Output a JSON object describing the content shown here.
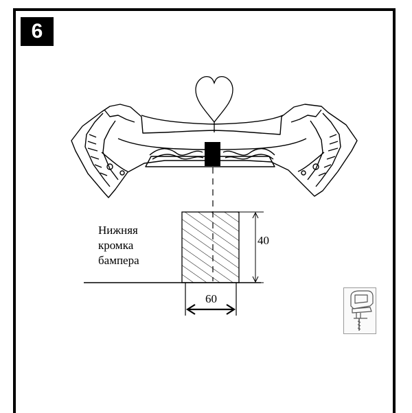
{
  "step": {
    "number": "6"
  },
  "label": {
    "lines": [
      "Нижняя",
      "кромка",
      "бампера"
    ]
  },
  "dimensions": {
    "height": "40",
    "width": "60"
  },
  "icons": {
    "symbol": "heart-icon",
    "tool": "jigsaw-icon"
  },
  "colors": {
    "ink": "#000000",
    "frame": "#000000",
    "badge_bg": "#000000",
    "badge_text": "#ffffff"
  }
}
